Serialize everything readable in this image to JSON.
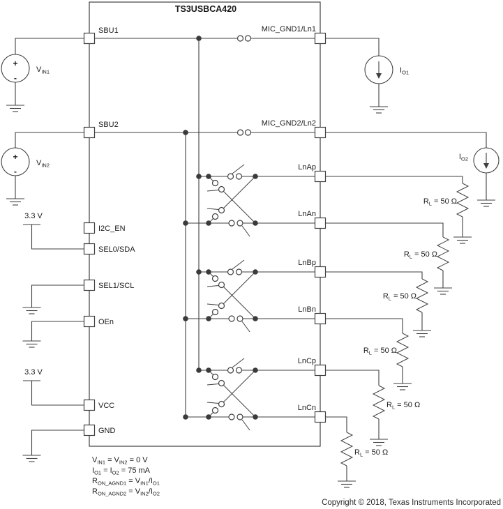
{
  "title": "TS3USBCA420",
  "pins": {
    "left": [
      {
        "label": "SBU1"
      },
      {
        "label": "SBU2"
      },
      {
        "label": "I2C_EN"
      },
      {
        "label": "SEL0/SDA"
      },
      {
        "label": "SEL1/SCL"
      },
      {
        "label": "OEn"
      },
      {
        "label": "VCC"
      },
      {
        "label": "GND"
      }
    ],
    "right": [
      {
        "label": "MIC_GND1/Ln1"
      },
      {
        "label": "MIC_GND2/Ln2"
      },
      {
        "label": "LnAp"
      },
      {
        "label": "LnAn"
      },
      {
        "label": "LnBp"
      },
      {
        "label": "LnBn"
      },
      {
        "label": "LnCp"
      },
      {
        "label": "LnCn"
      }
    ]
  },
  "sources": {
    "vin1": [
      {
        "t": "V"
      },
      {
        "s": "IN1"
      }
    ],
    "vin2": [
      {
        "t": "V"
      },
      {
        "s": "IN2"
      }
    ],
    "io1": [
      {
        "t": "I"
      },
      {
        "s": "O1"
      }
    ],
    "io2": [
      {
        "t": "I"
      },
      {
        "s": "O2"
      }
    ],
    "plus": "+",
    "minus": "-"
  },
  "supply_label": "3.3 V",
  "resistor_label": [
    {
      "t": "R"
    },
    {
      "s": "L"
    },
    {
      "t": " = 50 Ω"
    }
  ],
  "notes": [
    [
      {
        "t": "V"
      },
      {
        "s": "IN1"
      },
      {
        "t": " = V"
      },
      {
        "s": "IN2"
      },
      {
        "t": " = 0 V"
      }
    ],
    [
      {
        "t": "I"
      },
      {
        "s": "O1"
      },
      {
        "t": " = I"
      },
      {
        "s": "O2"
      },
      {
        "t": " = 75 mA"
      }
    ],
    [
      {
        "t": "R"
      },
      {
        "s": "ON_AGND1"
      },
      {
        "t": " = V"
      },
      {
        "s": "IN1"
      },
      {
        "t": "/I"
      },
      {
        "s": "O1"
      }
    ],
    [
      {
        "t": "R"
      },
      {
        "s": "ON_AGND2"
      },
      {
        "t": " = V"
      },
      {
        "s": "IN2"
      },
      {
        "t": "/I"
      },
      {
        "s": "O2"
      }
    ]
  ],
  "copyright": "Copyright © 2018, Texas Instruments Incorporated",
  "colors": {
    "line": "#3f3f3f",
    "text": "#1a1a1a",
    "background": "#ffffff"
  }
}
